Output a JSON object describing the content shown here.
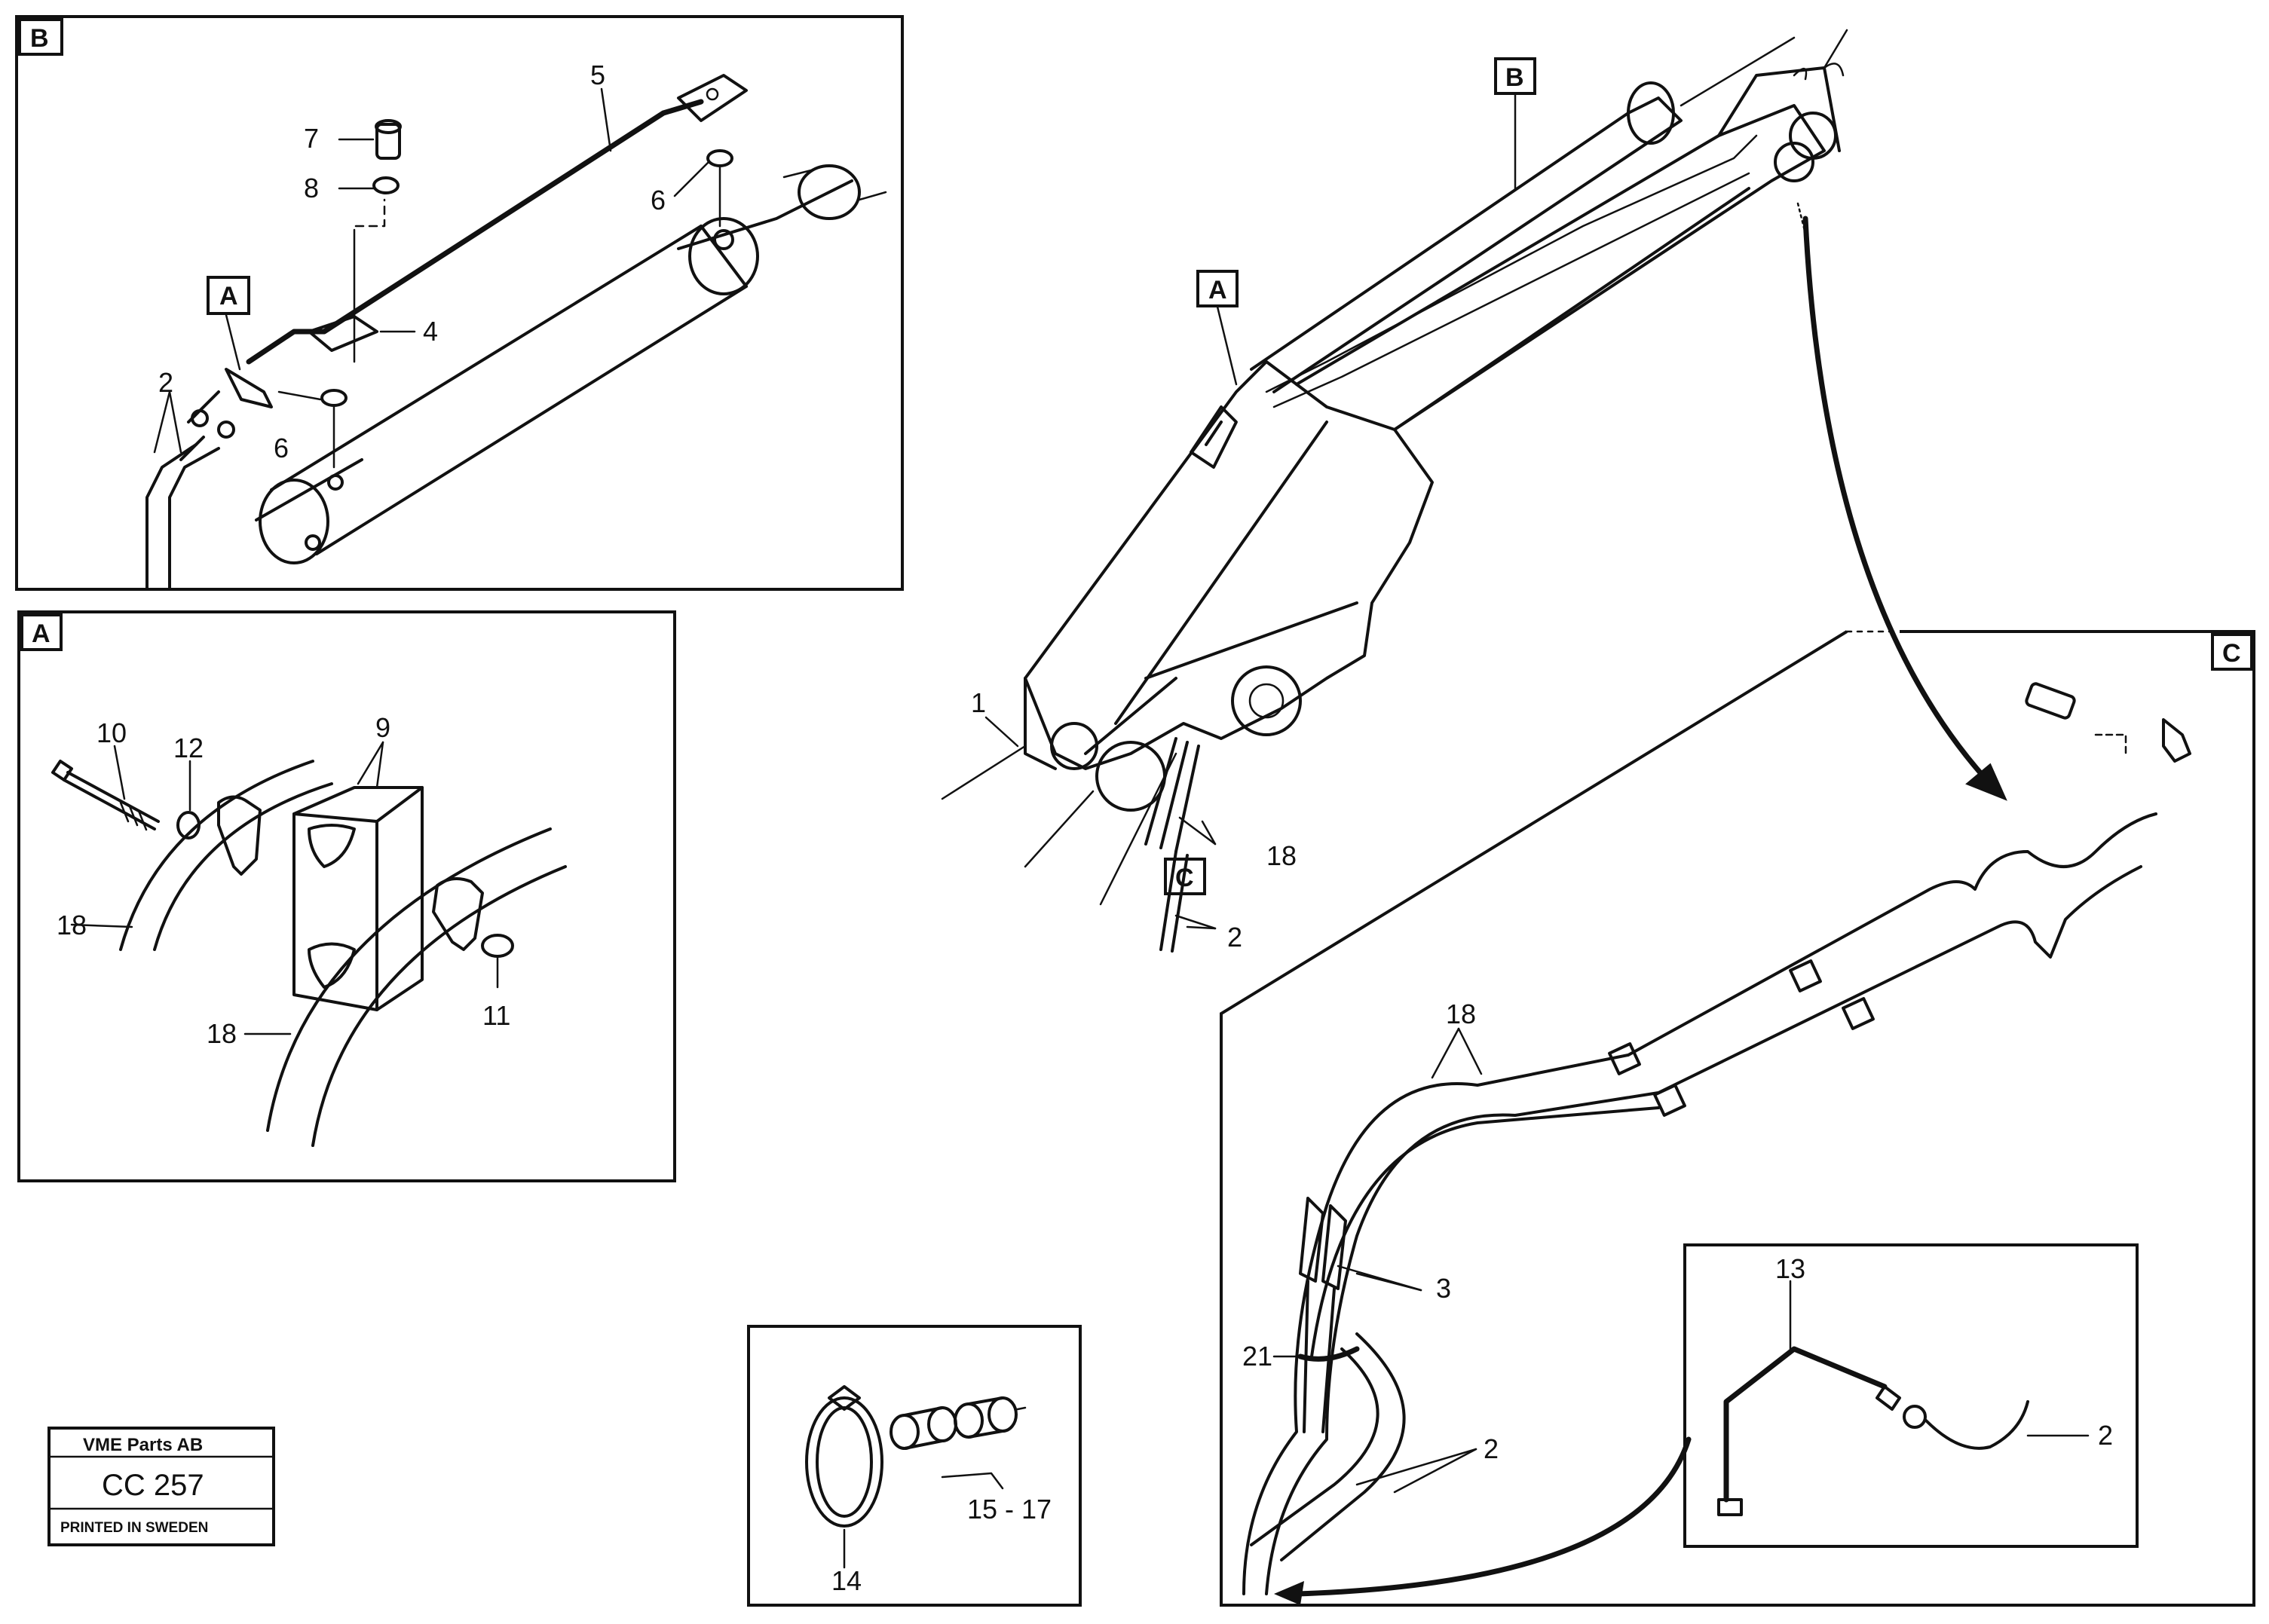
{
  "detail_tags": {
    "a": "A",
    "b": "B",
    "c": "C"
  },
  "callouts": {
    "n1": "1",
    "n2": "2",
    "n3": "3",
    "n4": "4",
    "n5": "5",
    "n6": "6",
    "n7": "7",
    "n8": "8",
    "n9": "9",
    "n10": "10",
    "n11": "11",
    "n12": "12",
    "n13": "13",
    "n14": "14",
    "n15_17": "15 - 17",
    "n18": "18",
    "n21": "21"
  },
  "stamp": {
    "company": "VME Parts AB",
    "code": "CC 257",
    "printed": "PRINTED IN SWEDEN"
  },
  "colors": {
    "ink": "#111111",
    "paper": "#ffffff"
  }
}
